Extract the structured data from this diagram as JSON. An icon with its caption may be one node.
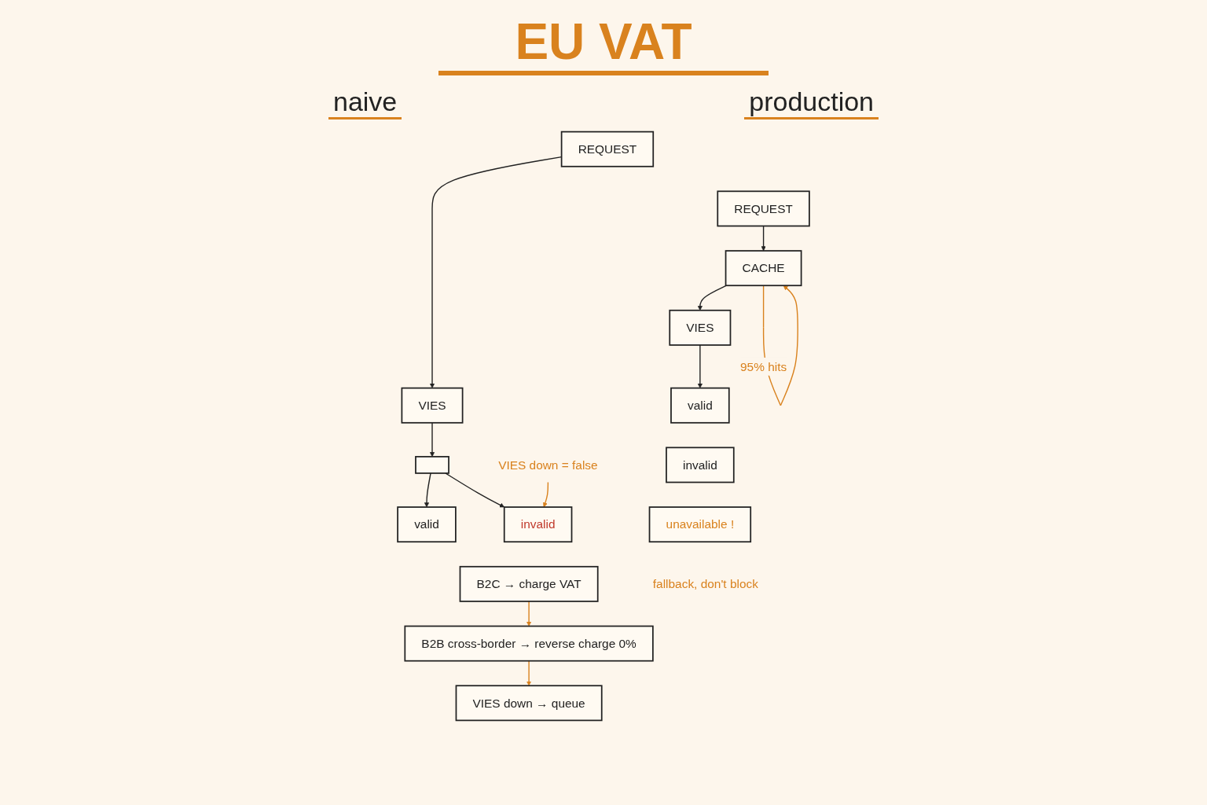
{
  "diagram": {
    "title": "EU VAT",
    "nodes": [
      {
        "text": [
          "REQUEST"
        ]
      },
      {
        "text": [
          "VIES"
        ]
      },
      {
        "text": [],
        "shape": "box"
      },
      {
        "text": [
          "valid"
        ]
      },
      {
        "text": [
          "invalid"
        ]
      },
      {
        "text": [
          "VIES down = false"
        ]
      },
      {
        "text": [
          "REQUEST"
        ]
      },
      {
        "text": [
          "CACHE"
        ]
      },
      {
        "text": [
          "VIES"
        ]
      },
      {
        "text": [
          "valid"
        ]
      },
      {
        "text": [
          "invalid"
        ]
      },
      {
        "text": [
          "unavailable !"
        ],
        "beside": [
          "fallback, don't block"
        ]
      },
      {
        "text": [
          "B2C → charge VAT"
        ]
      },
      {
        "text": [
          "B2B cross-border → reverse charge 0%"
        ]
      },
      {
        "text": [
          "VIES down → queue"
        ]
      }
    ],
    "edges": [
      {
        "from": 0,
        "to": 1,
        "arrow": "to"
      },
      {
        "from": 1,
        "to": 2,
        "arrow": "to"
      },
      {
        "from": 2,
        "to": 3,
        "arrow": "to"
      },
      {
        "from": 2,
        "to": 4,
        "arrow": "to"
      },
      {
        "from": 5,
        "to": 4,
        "arrow": "to",
        "color": "#d9821e"
      },
      {
        "from": 6,
        "to": 7,
        "arrow": "to"
      },
      {
        "from": 7,
        "to": 7,
        "arrow": "to",
        "label": "95% hits",
        "color": "#d9821e"
      },
      {
        "from": 7,
        "to": 8,
        "arrow": "to"
      },
      {
        "from": 8,
        "to": 9,
        "arrow": "to"
      },
      {
        "from": 12,
        "to": 13,
        "arrow": "to",
        "color": "#d9821e"
      },
      {
        "from": 13,
        "to": 14,
        "arrow": "to",
        "color": "#d9821e"
      }
    ],
    "labels": [
      "naive",
      "production"
    ]
  }
}
